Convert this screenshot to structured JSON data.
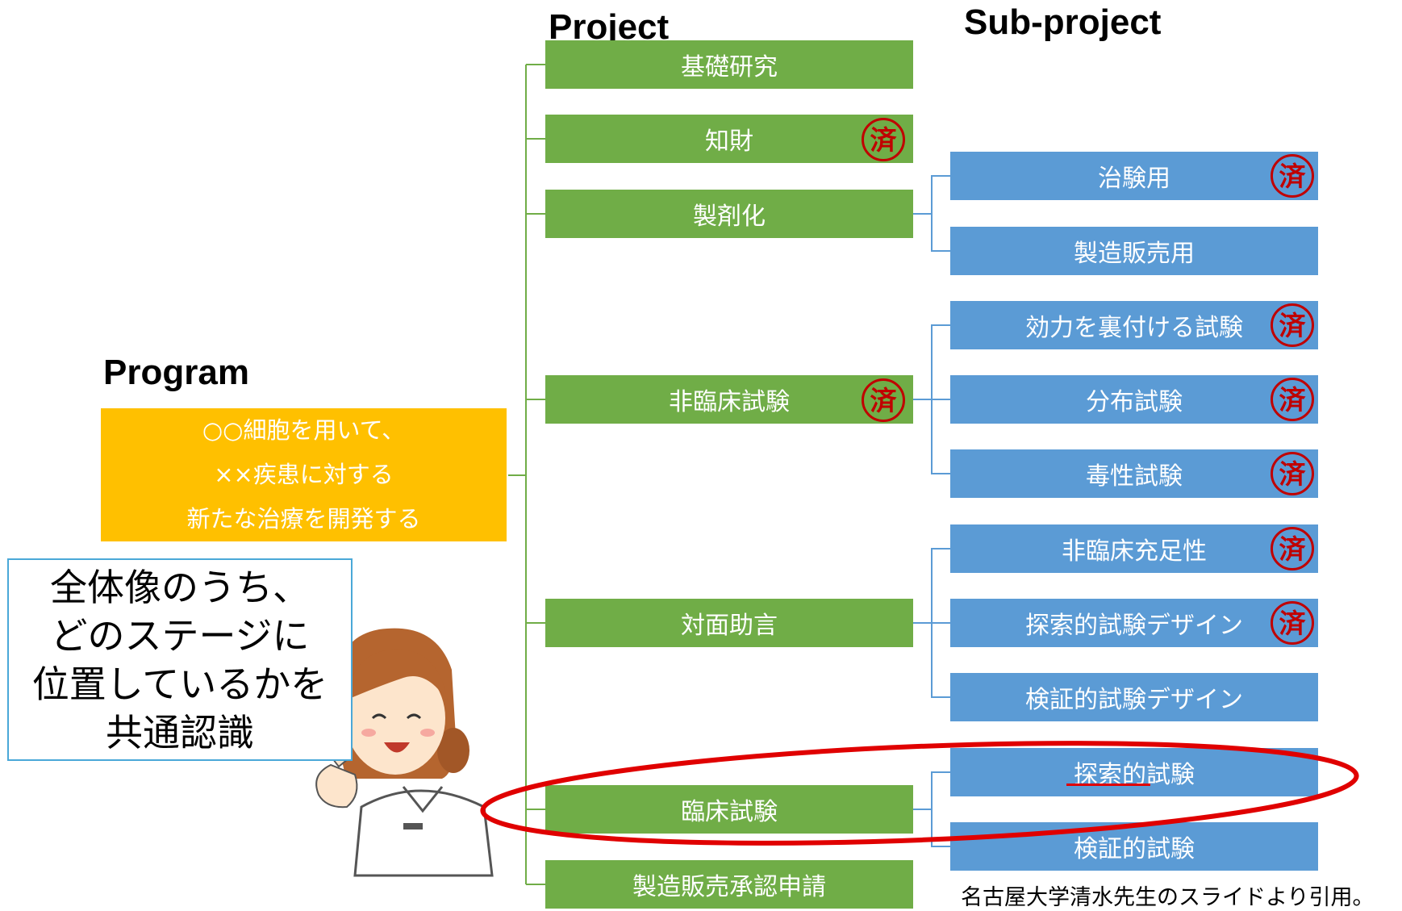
{
  "headers": {
    "program": "Program",
    "project": "Project",
    "subproject": "Sub-project"
  },
  "program": {
    "lines": [
      "○○細胞を用いて、",
      "××疾患に対する",
      "新たな治療を開発する"
    ]
  },
  "projects": [
    {
      "label": "基礎研究",
      "done": false
    },
    {
      "label": "知財",
      "done": true
    },
    {
      "label": "製剤化",
      "done": false
    },
    {
      "label": "非臨床試験",
      "done": true
    },
    {
      "label": "対面助言",
      "done": false
    },
    {
      "label": "臨床試験",
      "done": false
    },
    {
      "label": "製造販売承認申請",
      "done": false
    }
  ],
  "subprojects": [
    {
      "label": "治験用",
      "done": true,
      "parent": "製剤化"
    },
    {
      "label": "製造販売用",
      "done": false,
      "parent": "製剤化"
    },
    {
      "label": "効力を裏付ける試験",
      "done": true,
      "parent": "非臨床試験"
    },
    {
      "label": "分布試験",
      "done": true,
      "parent": "非臨床試験"
    },
    {
      "label": "毒性試験",
      "done": true,
      "parent": "非臨床試験"
    },
    {
      "label": "非臨床充足性",
      "done": true,
      "parent": "対面助言"
    },
    {
      "label": "探索的試験デザイン",
      "done": true,
      "parent": "対面助言"
    },
    {
      "label": "検証的試験デザイン",
      "done": false,
      "parent": "対面助言"
    },
    {
      "label": "探索的試験",
      "done": false,
      "parent": "臨床試験"
    },
    {
      "label": "検証的試験",
      "done": false,
      "parent": "臨床試験"
    }
  ],
  "stamp_char": "済",
  "callout": {
    "lines": [
      "全体像のうち、",
      "どのステージに",
      "位置しているかを",
      "共通認識"
    ]
  },
  "credit": "名古屋大学清水先生のスライドより引用。",
  "colors": {
    "project": "#70ad47",
    "subproject": "#5b9bd5",
    "program": "#ffc000",
    "stamp": "#c00000",
    "highlight": "#e00000"
  }
}
